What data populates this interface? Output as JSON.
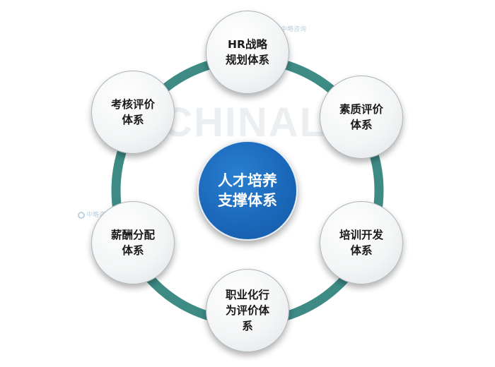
{
  "center": {
    "label": "人才培养\n支撑体系"
  },
  "nodes": [
    {
      "id": "hr-strategy",
      "label": "HR战略\n规划体系"
    },
    {
      "id": "quality-eval",
      "label": "素质评价\n体系"
    },
    {
      "id": "training",
      "label": "培训开发\n体系"
    },
    {
      "id": "career-eval",
      "label": "职业化行\n为评价体\n系"
    },
    {
      "id": "compensation",
      "label": "薪酬分配\n体系"
    },
    {
      "id": "assessment",
      "label": "考核评价\n体系"
    }
  ],
  "watermark": {
    "text": "CHINALIN",
    "logo_text": "中略咨询"
  },
  "colors": {
    "ring": "#3e8b86",
    "center": "#1a66b8",
    "node_fill": "#f2f4f5"
  }
}
